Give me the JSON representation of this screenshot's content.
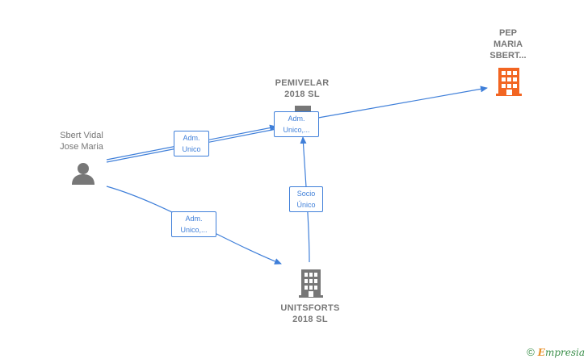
{
  "nodes": {
    "person": {
      "name": "Sbert Vidal\nJose Maria",
      "type": "person"
    },
    "pemivelar": {
      "name": "PEMIVELAR\n2018  SL",
      "type": "company"
    },
    "pep": {
      "name": "PEP\nMARIA\nSBERT...",
      "type": "company-highlight"
    },
    "unitsforts": {
      "name": "UNITSFORTS\n2018  SL",
      "type": "company"
    }
  },
  "edges": {
    "person_pemivelar": {
      "label": "Adm.\nUnico"
    },
    "pemivelar_pep": {
      "label": "Adm.\nUnico,..."
    },
    "person_unitsforts": {
      "label": "Adm.\nUnico,..."
    },
    "unitsforts_pemivelar": {
      "label": "Socio\nÚnico"
    }
  },
  "colors": {
    "edge": "#3f7fd9",
    "node_gray": "#777777",
    "highlight": "#f26522"
  },
  "footer": {
    "copyright": "©",
    "brand_first": "E",
    "brand_rest": "mpresia"
  }
}
